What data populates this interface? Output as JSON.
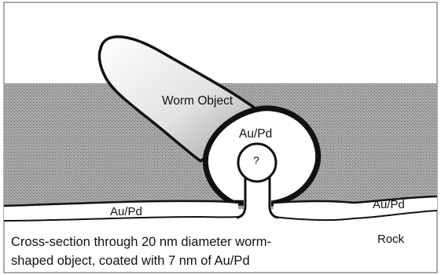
{
  "labels": {
    "worm_object": "Worm Object",
    "coating_top": "Au/Pd",
    "unknown_core": "?",
    "coating_left_surface": "Au/Pd",
    "coating_right_surface": "Au/Pd",
    "rock": "Rock"
  },
  "caption": {
    "line1": "Cross-section through 20 nm diameter worm-",
    "line2": "shaped object, coated with 7 nm of Au/Pd"
  },
  "colors": {
    "background_stipple": "#9b9b9b",
    "outline": "#111111",
    "white": "#ffffff"
  }
}
